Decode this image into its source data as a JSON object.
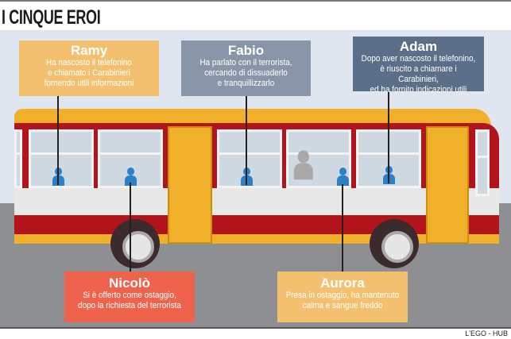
{
  "title": "I CINQUE EROI",
  "credit": "L'EGO - HUB",
  "colors": {
    "ramy": "#f2c06f",
    "fabio": "#8896a8",
    "adam": "#5b7088",
    "nicolo": "#ef634d",
    "aurora": "#f2c06f",
    "bus_red": "#b3141b",
    "bus_yellow": "#f0b02a"
  },
  "heroes": [
    {
      "name": "Ramy",
      "desc": [
        "Ha nascosto il telefonino",
        "e chiamato i Carabinieri",
        "fornendo utili informazioni"
      ]
    },
    {
      "name": "Fabio",
      "desc": [
        "Ha parlato con il terrorista,",
        "cercando di dissuaderlo",
        "e tranquillizzarlo"
      ]
    },
    {
      "name": "Adam",
      "desc": [
        "Dopo aver nascosto il telefonino,",
        "è riuscito a chiamare i Carabinieri,",
        "ed ha fornito indicazioni utili"
      ]
    },
    {
      "name": "Nicolò",
      "desc": [
        "Si è offerto come ostaggio,",
        "dopo la richiesta del terrorista"
      ]
    },
    {
      "name": "Aurora",
      "desc": [
        "Presa in ostaggio, ha mantenuto",
        "calma e sangue freddo"
      ]
    }
  ]
}
